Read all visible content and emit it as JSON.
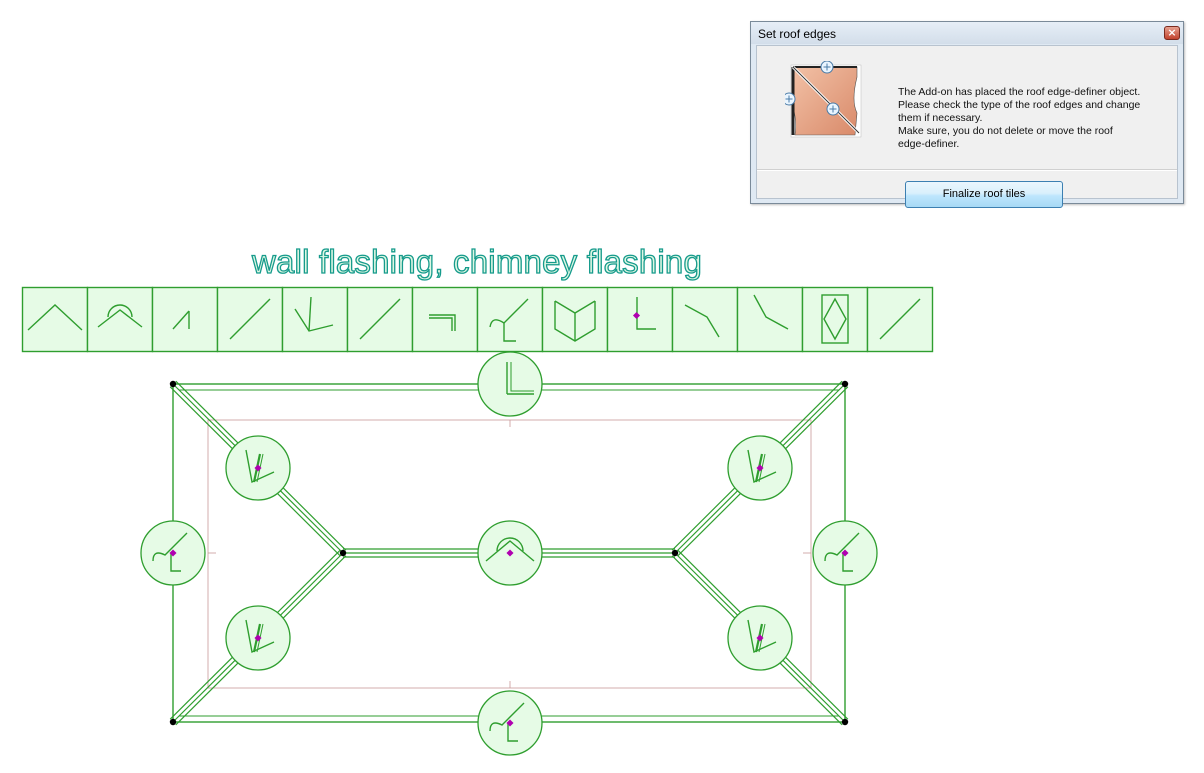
{
  "dialog": {
    "title": "Set roof edges",
    "close_label": "×",
    "message_lines": [
      "The Add-on has placed the roof edge-definer object.",
      "Please check the type of the roof edges and change",
      "them if necessary.",
      "Make sure, you do not delete or move the roof",
      "edge-definer."
    ],
    "finalize_label": "Finalize roof tiles"
  },
  "toolbar": {
    "title": "wall flashing, chimney flashing",
    "buttons": [
      {
        "id": "ridge",
        "icon": "ridge-edge-icon"
      },
      {
        "id": "round-ridge",
        "icon": "round-ridge-edge-icon"
      },
      {
        "id": "mono-ridge",
        "icon": "mono-ridge-edge-icon"
      },
      {
        "id": "mono-ridge-round",
        "icon": "round-mono-ridge-edge-icon"
      },
      {
        "id": "hip",
        "icon": "hip-edge-icon"
      },
      {
        "id": "hip-double",
        "icon": "double-hip-edge-icon"
      },
      {
        "id": "gable",
        "icon": "gable-edge-icon"
      },
      {
        "id": "eaves",
        "icon": "eaves-edge-icon"
      },
      {
        "id": "valley",
        "icon": "valley-edge-icon"
      },
      {
        "id": "wall-flashing",
        "icon": "wall-flashing-edge-icon"
      },
      {
        "id": "break",
        "icon": "roof-break-edge-icon"
      },
      {
        "id": "break-soft",
        "icon": "soft-roof-break-edge-icon"
      },
      {
        "id": "chimney",
        "icon": "chimney-flashing-icon"
      },
      {
        "id": "none",
        "icon": "no-edge-icon"
      }
    ]
  },
  "colors": {
    "line": "#2f9e2f",
    "fill": "#e6fbe6",
    "contour": "#c99a9a",
    "marker": "#b000b0",
    "vertex": "#000000",
    "title_stroke": "#169b8c",
    "title_fill": "#dff7e4"
  },
  "plan": {
    "markers": [
      {
        "name": "top-edge-marker",
        "symbol": "wall"
      },
      {
        "name": "bottom-edge-marker",
        "symbol": "eaves"
      },
      {
        "name": "left-edge-marker",
        "symbol": "eaves"
      },
      {
        "name": "right-edge-marker",
        "symbol": "eaves"
      },
      {
        "name": "ridge-edge-marker",
        "symbol": "ridge"
      },
      {
        "name": "hip-top-left-marker",
        "symbol": "hip"
      },
      {
        "name": "hip-bottom-left-marker",
        "symbol": "hip"
      },
      {
        "name": "hip-top-right-marker",
        "symbol": "hip"
      },
      {
        "name": "hip-bottom-right-marker",
        "symbol": "hip"
      }
    ]
  }
}
